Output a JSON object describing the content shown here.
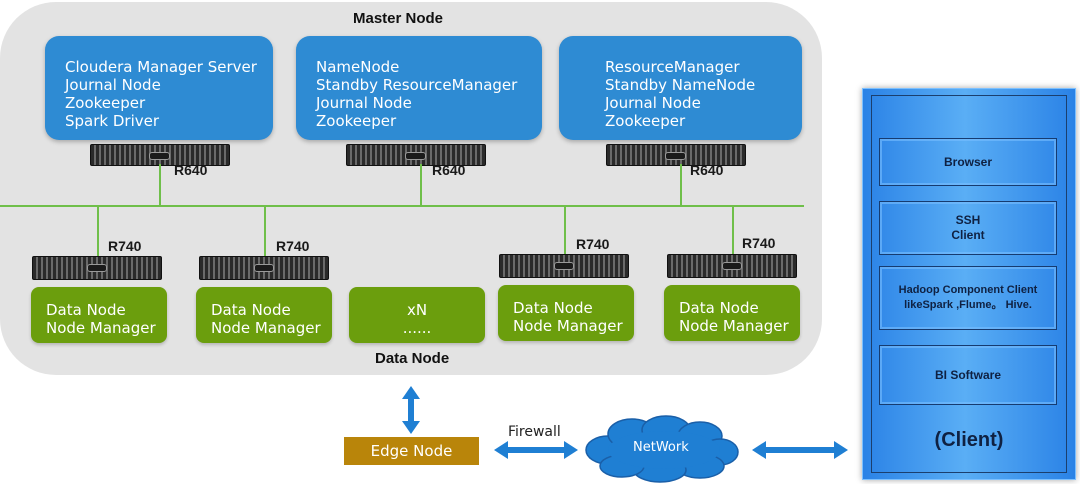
{
  "cluster": {
    "master_title": "Master Node",
    "data_title": "Data Node",
    "master_nodes": [
      {
        "text": "Cloudera Manager Server\nJournal Node\nZookeeper\nSpark Driver",
        "server_model": "R640"
      },
      {
        "text": "NameNode\nStandby ResourceManager\nJournal Node\nZookeeper",
        "server_model": "R640"
      },
      {
        "text": "ResourceManager\nStandby NameNode\nJournal Node\nZookeeper",
        "server_model": "R640"
      }
    ],
    "data_nodes": [
      {
        "text": "Data Node\nNode Manager",
        "server_model": "R740"
      },
      {
        "text": "Data Node\nNode Manager",
        "server_model": "R740"
      },
      {
        "text": "xN\n......"
      },
      {
        "text": "Data Node\nNode Manager",
        "server_model": "R740"
      },
      {
        "text": "Data Node\nNode Manager",
        "server_model": "R740"
      }
    ]
  },
  "edge_node": "Edge Node",
  "firewall_label": "Firewall",
  "network_label": "NetWork",
  "client": {
    "title": "(Client)",
    "items": [
      "Browser",
      "SSH\nClient",
      "Hadoop Component Client\nlikeSpark ,Flume。 Hive.",
      "BI Software"
    ]
  },
  "colors": {
    "master_box": "#2e8bd3",
    "data_box": "#6b9e0d",
    "edge_box": "#b9850a",
    "connector": "#6fbf4a",
    "arrow": "#1f7fd3"
  }
}
